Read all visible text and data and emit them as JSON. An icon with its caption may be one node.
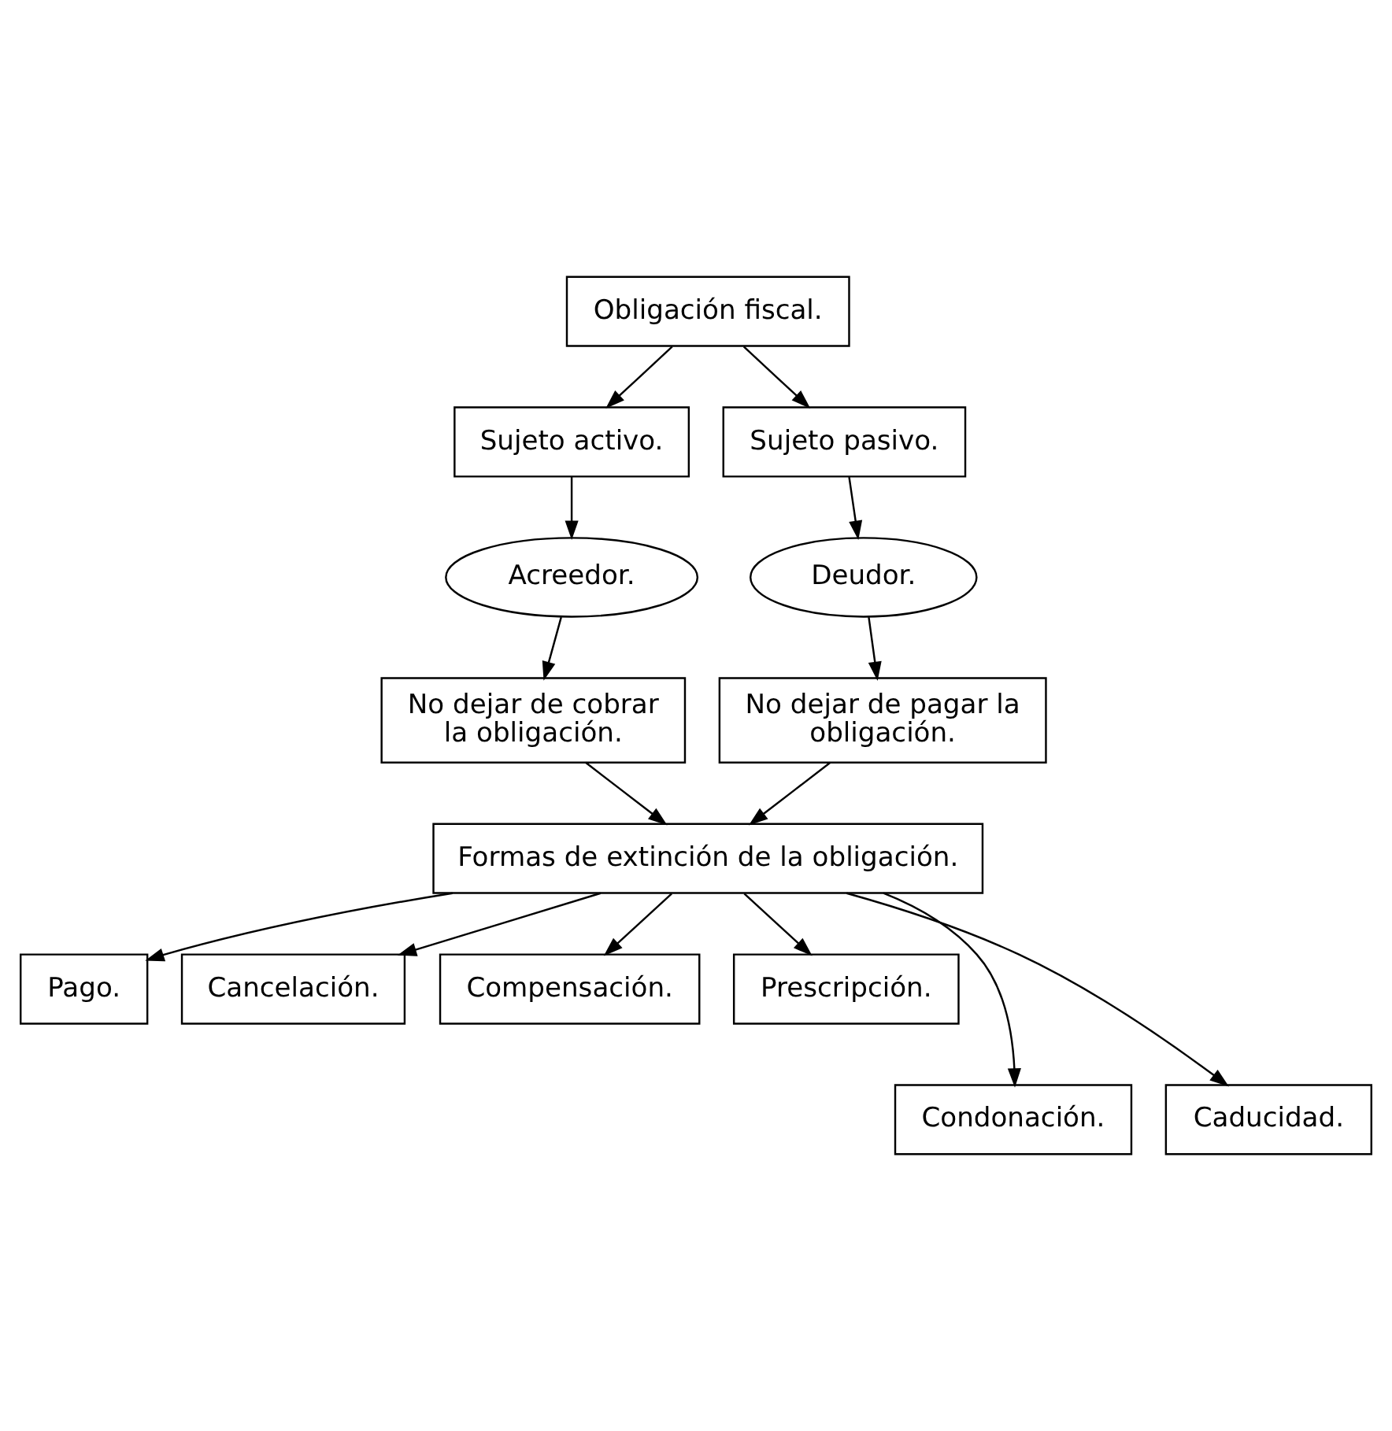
{
  "diagram": {
    "nodes": [
      {
        "text": [
          "Obligación fiscal."
        ]
      },
      {
        "text": [
          "Sujeto activo."
        ]
      },
      {
        "text": [
          "Sujeto pasivo."
        ]
      },
      {
        "text": [
          "Acreedor."
        ]
      },
      {
        "text": [
          "Deudor."
        ]
      },
      {
        "text": [
          "No dejar de cobrar la obligación."
        ]
      },
      {
        "text": [
          "No dejar de pagar la obligación."
        ]
      },
      {
        "text": [
          "Formas de extinción de la obligación."
        ]
      },
      {
        "text": [
          "Pago."
        ]
      },
      {
        "text": [
          "Cancelación."
        ]
      },
      {
        "text": [
          "Compensación."
        ]
      },
      {
        "text": [
          "Prescripción."
        ]
      },
      {
        "text": [
          "Condonación."
        ]
      },
      {
        "text": [
          "Caducidad."
        ]
      }
    ],
    "edges": [
      {
        "from": 0,
        "to": 1,
        "arrow": "to"
      },
      {
        "from": 0,
        "to": 2,
        "arrow": "to"
      },
      {
        "from": 1,
        "to": 3,
        "arrow": "to"
      },
      {
        "from": 2,
        "to": 4,
        "arrow": "to"
      },
      {
        "from": 3,
        "to": 5,
        "arrow": "to"
      },
      {
        "from": 4,
        "to": 6,
        "arrow": "to"
      },
      {
        "from": 5,
        "to": 7,
        "arrow": "to"
      },
      {
        "from": 6,
        "to": 7,
        "arrow": "to"
      },
      {
        "from": 7,
        "to": 8,
        "arrow": "to"
      },
      {
        "from": 7,
        "to": 12,
        "arrow": "to"
      },
      {
        "from": 7,
        "to": 9,
        "arrow": "to"
      },
      {
        "from": 7,
        "to": 10,
        "arrow": "to"
      },
      {
        "from": 7,
        "to": 13,
        "arrow": "to"
      },
      {
        "from": 7,
        "to": 11,
        "arrow": "to"
      }
    ]
  }
}
